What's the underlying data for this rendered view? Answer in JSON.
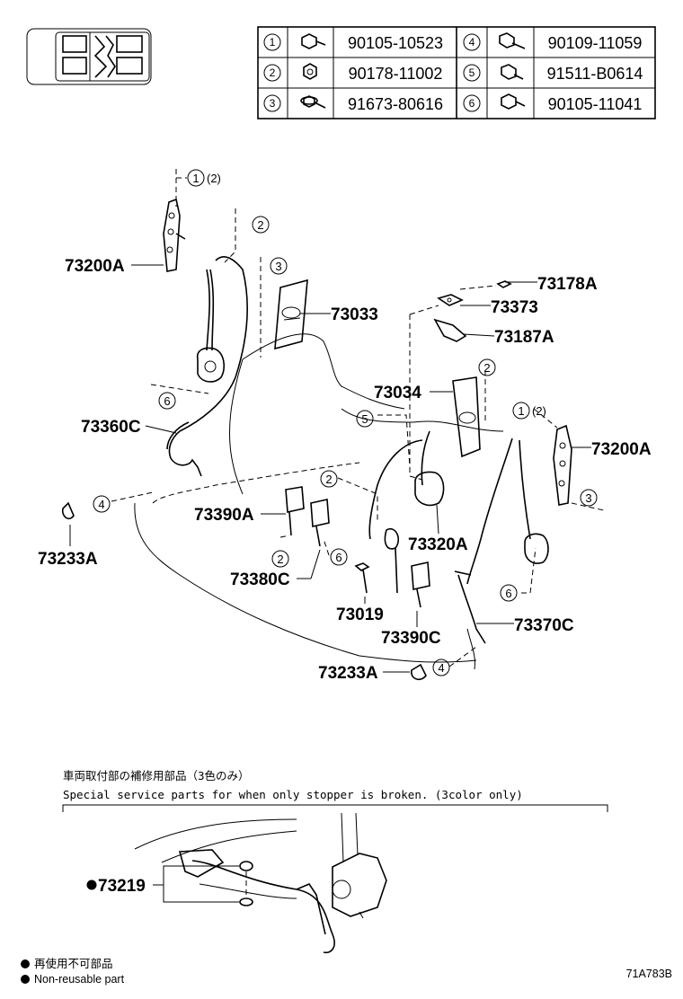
{
  "parts_table": [
    {
      "num": "1",
      "icon": "bolt-flange-icon",
      "part_no": "90105-10523"
    },
    {
      "num": "2",
      "icon": "nut-icon",
      "part_no": "90178-11002"
    },
    {
      "num": "3",
      "icon": "bolt-washer-icon",
      "part_no": "91673-80616"
    },
    {
      "num": "4",
      "icon": "bolt-long-icon",
      "part_no": "90109-11059"
    },
    {
      "num": "5",
      "icon": "bolt-short-icon",
      "part_no": "91511-B0614"
    },
    {
      "num": "6",
      "icon": "bolt-flange-icon",
      "part_no": "90105-11041"
    }
  ],
  "callouts": {
    "a": "73200A",
    "b": "73033",
    "c": "73178A",
    "d": "73373",
    "e": "73187A",
    "f": "73034",
    "g": "73360C",
    "h": "73200A",
    "i": "73390A",
    "j": "73320A",
    "k": "73233A",
    "l": "73380C",
    "m": "73019",
    "n": "73370C",
    "o": "73390C",
    "p": "73233A",
    "q": "73219"
  },
  "circle_refs": {
    "c1": "1",
    "c1b": "(2)",
    "c2": "2",
    "c3": "3",
    "c6": "6",
    "c2b": "2",
    "c5": "5",
    "c1c": "1",
    "c1d": "(2)",
    "c3b": "3",
    "c4": "4",
    "c2c": "2",
    "c2d": "2",
    "c6b": "6",
    "c6c": "6",
    "c4b": "4"
  },
  "note": {
    "jp": "車両取付部の補修用部品（3色のみ）",
    "en": "Special service parts for when only stopper is broken. (3color only)"
  },
  "legend": {
    "jp": "再使用不可部品",
    "en": "Non-reusable part"
  },
  "reference_code": "71A783B"
}
